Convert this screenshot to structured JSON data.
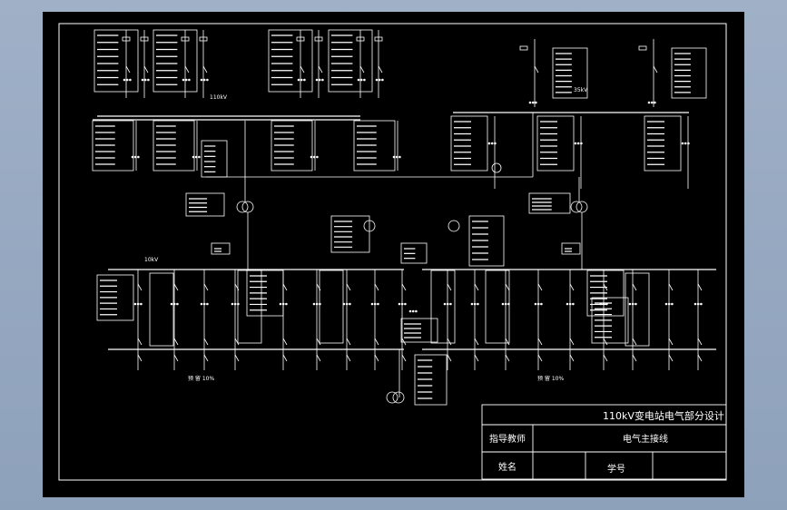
{
  "sheet": {
    "background": "#000000",
    "line_color": "#ffffff"
  },
  "labels": {
    "hv_bus": "110kV",
    "mv_bus": "35kV",
    "lv_bus": "10kV",
    "lv_reserve_left": "预  留 10%",
    "lv_reserve_right": "预  留 10%"
  },
  "title_block": {
    "project": "110kV变电站电气部分设计",
    "advisor_label": "指导教师",
    "drawing_name": "电气主接线",
    "name_label": "姓名",
    "student_id_label": "学号"
  }
}
